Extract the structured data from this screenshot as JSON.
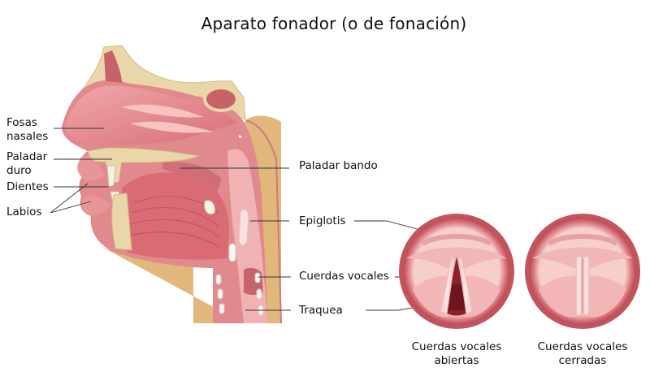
{
  "title": "Aparato fonador (o de fonación)",
  "labels": {
    "fosas_nasales": [
      "Fosas",
      "nasales"
    ],
    "paladar_duro": [
      "Paladar",
      "duro"
    ],
    "dientes": "Dientes",
    "labios": "Labios",
    "paladar_blando": "Paladar bando",
    "epiglotis": "Epiglotis",
    "cuerdas_vocales": "Cuerdas vocales",
    "traquea": "Traquea"
  },
  "captions": {
    "abiertas": [
      "Cuerdas vocales",
      "abiertas"
    ],
    "cerradas": [
      "Cuerdas vocales",
      "cerradas"
    ]
  },
  "colors": {
    "tissue": "#e08a8e",
    "tissue_dark": "#c8626a",
    "tissue_light": "#f3b8b6",
    "bone": "#e9d7aa",
    "neck": "#e2b77b",
    "cavity": "#9e2a34",
    "line": "#333333"
  }
}
